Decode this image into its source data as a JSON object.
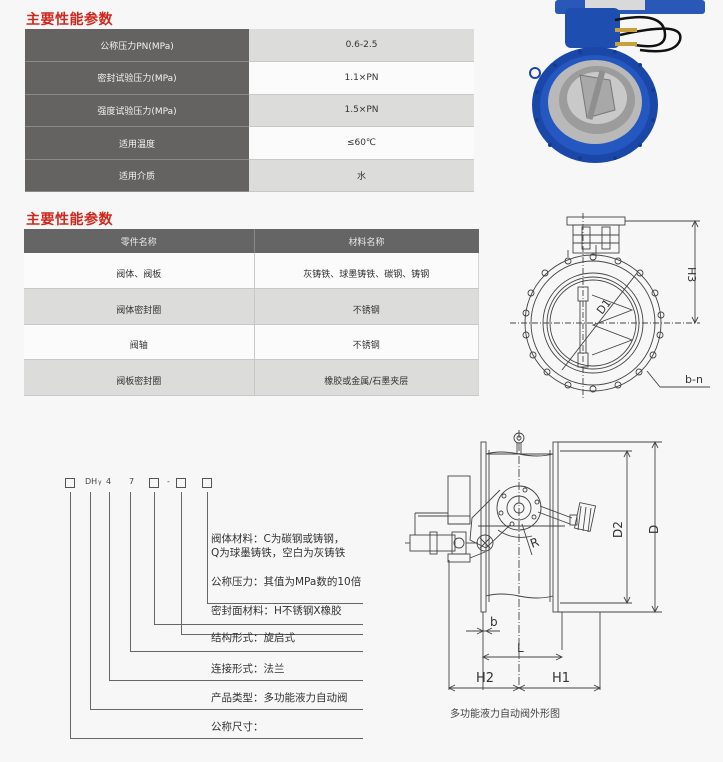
{
  "section1": {
    "title": "主要性能参数",
    "rows": [
      {
        "label": "公称压力PN(MPa)",
        "value": "0.6-2.5"
      },
      {
        "label": "密封试验压力(MPa)",
        "value": "1.1×PN"
      },
      {
        "label": "强度试验压力(MPa)",
        "value": "1.5×PN"
      },
      {
        "label": "适用温度",
        "value": "≤60℃"
      },
      {
        "label": "适用介质",
        "value": "水"
      }
    ]
  },
  "section2": {
    "title": "主要性能参数",
    "headers": [
      "零件名称",
      "材料名称"
    ],
    "rows": [
      {
        "part": "阀体、阀板",
        "material": "灰铸铁、球墨铸铁、碳钢、铸钢"
      },
      {
        "part": "阀体密封圈",
        "material": "不锈钢"
      },
      {
        "part": "阀轴",
        "material": "不锈钢"
      },
      {
        "part": "阀板密封圈",
        "material": "橡胶或金属/石墨夹层"
      }
    ]
  },
  "model_code": {
    "segments": [
      "DH",
      "γ",
      "4",
      "7",
      "-"
    ],
    "legend": [
      {
        "line1": "阀体材料：C为碳钢或铸钢，",
        "line2": "Q为球墨铸铁，空白为灰铸铁"
      },
      {
        "line1": "公称压力：其值为MPa数的10倍"
      },
      {
        "line1": "密封面材料：H不锈钢X橡胶"
      },
      {
        "line1": "结构形式：旋启式"
      },
      {
        "line1": "连接形式：法兰"
      },
      {
        "line1": "产品类型：多功能液力自动阀"
      },
      {
        "line1": "公称尺寸："
      }
    ]
  },
  "front_drawing": {
    "labels": {
      "height": "H3",
      "diameter": "D1",
      "bolts": "b-n"
    }
  },
  "side_drawing": {
    "labels": {
      "d2": "D2",
      "d": "D",
      "r": "R",
      "b": "b",
      "l": "L",
      "h2": "H2",
      "h1": "H1"
    },
    "caption": "多功能液力自动阀外形图"
  },
  "colors": {
    "title_red": "#d0271d",
    "header_grey": "#646362",
    "row_grey": "#dcdcda",
    "valve_blue": "#1e4fb0"
  }
}
